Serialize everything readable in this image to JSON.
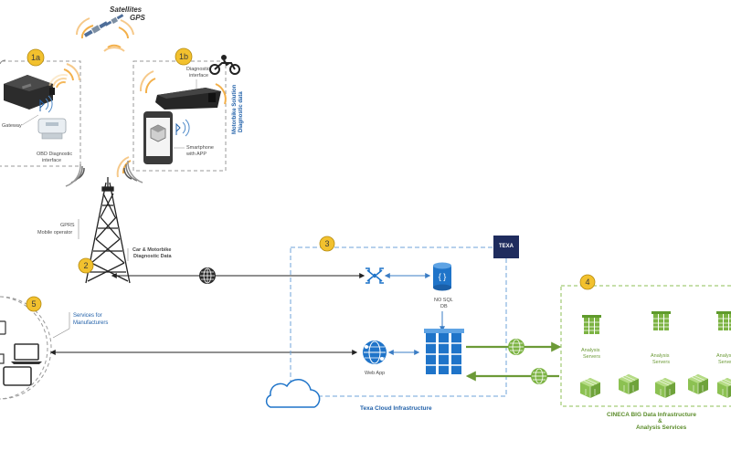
{
  "satellites": {
    "line1": "Satellites",
    "line2": "GPS"
  },
  "section_1a": {
    "badge": "1a",
    "gateway": "Gateway",
    "obd_line1": "OBD Diagnostic",
    "obd_line2": "interface"
  },
  "section_1b": {
    "badge": "1b",
    "diag_line1": "Diagnostic",
    "diag_line2": "interface",
    "phone_line1": "Smartphone",
    "phone_line2": "with APP",
    "side_line1": "Motorbike Solution",
    "side_line2": "Diagnostic data"
  },
  "section_2": {
    "badge": "2",
    "gprs_line1": "GPRS",
    "gprs_line2": "Mobile operator",
    "data_line1": "Car & Motorbike",
    "data_line2": "Diagnostic Data"
  },
  "section_3": {
    "badge": "3",
    "brand": "TEXA",
    "nosql_line1": "NO SQL",
    "nosql_line2": "DB",
    "webapp": "Web App",
    "title": "Texa Cloud Infrastructure"
  },
  "section_4": {
    "badge": "4",
    "server_line1": "Analysis",
    "server_line2": "Servers",
    "title_line1": "CINECA BIG Data Infrastructure",
    "title_line2": "&",
    "title_line3": "Analysis Services"
  },
  "section_5": {
    "badge": "5",
    "services_line1": "Services for",
    "services_line2": "Manufacturers"
  },
  "colors": {
    "badge_fill": "#f2c12e",
    "texa_blue": "#1f5fa8",
    "dash_blue": "#6fa3d8",
    "cineca_green": "#7cb342",
    "wave_orange": "#f0a030"
  }
}
